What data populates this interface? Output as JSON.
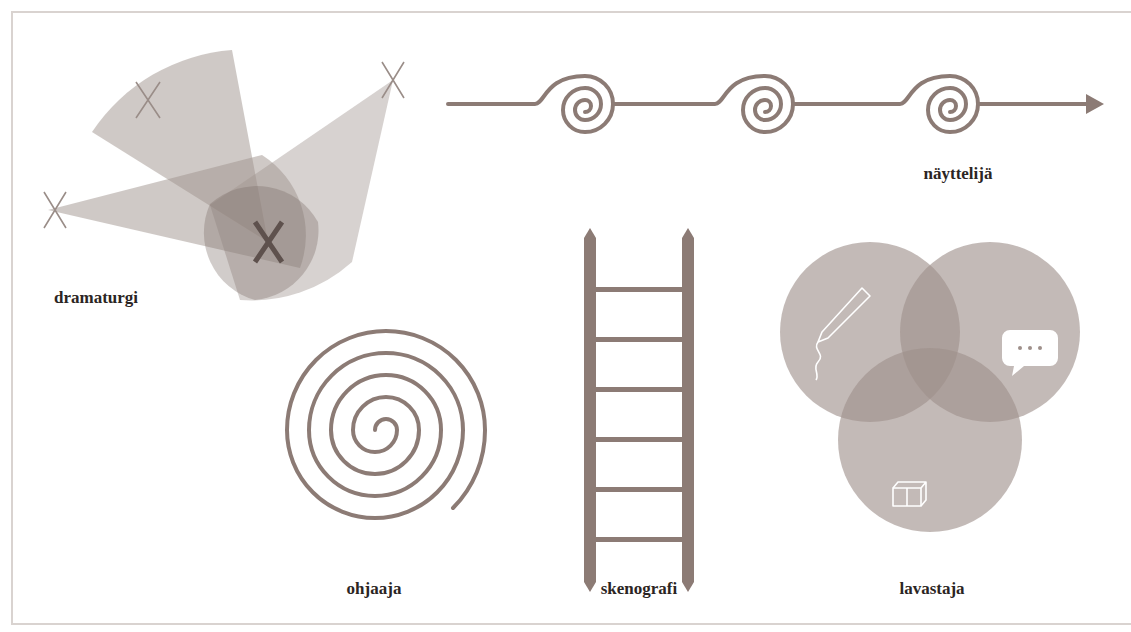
{
  "diagram": {
    "labels": [
      "näyttelijä",
      "dramaturgi",
      "ohjaaja",
      "skenografi",
      "lavastaja"
    ]
  }
}
